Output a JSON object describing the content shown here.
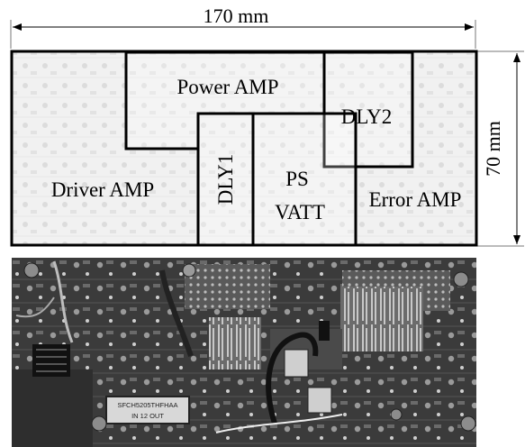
{
  "dimensions": {
    "width_label": "170 mm",
    "height_label": "70 mm"
  },
  "layout_blocks": {
    "power_amp": "Power AMP",
    "dly2": "DLY2",
    "dly1": "DLY1",
    "driver_amp": "Driver AMP",
    "ps_line1": "PS",
    "ps_line2": "VATT",
    "error_amp": "Error AMP"
  },
  "photo": {
    "component_marking_line1": "SFCH5205THFHAA",
    "component_marking_line2": "IN   12   OUT"
  }
}
